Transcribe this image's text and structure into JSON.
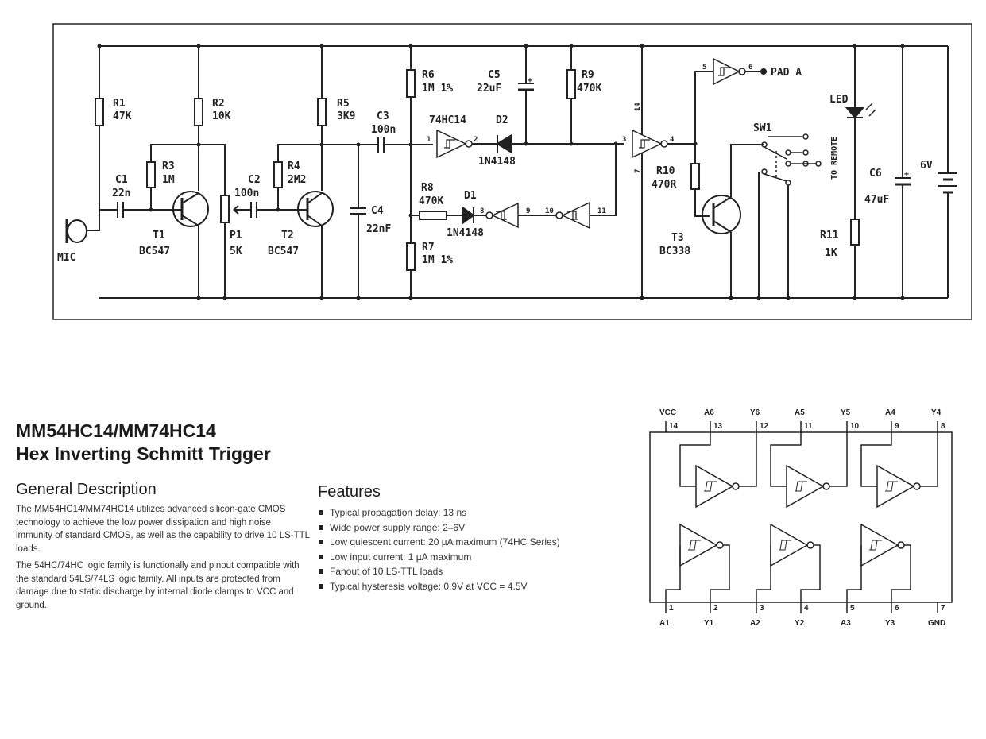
{
  "schematic": {
    "components": {
      "mic": "MIC",
      "r1": "R1",
      "r1_val": "47K",
      "r2": "R2",
      "r2_val": "10K",
      "r3": "R3",
      "r3_val": "1M",
      "c1": "C1",
      "c1_val": "22n",
      "t1": "T1",
      "t1_val": "BC547",
      "c2": "C2",
      "c2_val": "100n",
      "p1": "P1",
      "p1_val": "5K",
      "r4": "R4",
      "r4_val": "2M2",
      "r5": "R5",
      "r5_val": "3K9",
      "t2": "T2",
      "t2_val": "BC547",
      "c3": "C3",
      "c3_val": "100n",
      "c4": "C4",
      "c4_val": "22nF",
      "r6": "R6",
      "r6_val": "1M 1%",
      "r7": "R7",
      "r7_val": "1M 1%",
      "r8": "R8",
      "r8_val": "470K",
      "d1": "D1",
      "d1_val": "1N4148",
      "ic": "74HC14",
      "d2": "D2",
      "d2_val": "1N4148",
      "c5": "C5",
      "c5_val": "22uF",
      "r9": "R9",
      "r9_val": "470K",
      "r10": "R10",
      "r10_val": "470R",
      "t3": "T3",
      "t3_val": "BC338",
      "sw1": "SW1",
      "pad": "PAD A",
      "led": "LED",
      "remote": "TO REMOTE",
      "r11": "R11",
      "r11_val": "1K",
      "c6": "C6",
      "c6_val": "47uF",
      "batt": "6V"
    },
    "pins": [
      "1",
      "2",
      "8",
      "9",
      "10",
      "11",
      "3",
      "4",
      "5",
      "6",
      "14",
      "7"
    ]
  },
  "document": {
    "title_line1": "MM54HC14/MM74HC14",
    "title_line2": "Hex Inverting Schmitt Trigger",
    "general_heading": "General Description",
    "general_p1": "The MM54HC14/MM74HC14 utilizes advanced silicon-gate CMOS technology to achieve the low power dissipation and high noise immunity of standard CMOS, as well as the capability to drive 10 LS-TTL loads.",
    "general_p2": "The 54HC/74HC logic family is functionally and pinout compatible with the standard 54LS/74LS logic family. All inputs are protected from damage due to static discharge by internal diode clamps to VCC and ground.",
    "features_heading": "Features",
    "features": [
      "Typical propagation delay: 13 ns",
      "Wide power supply range: 2–6V",
      "Low quiescent current: 20 µA maximum (74HC Series)",
      "Low input current: 1 µA maximum",
      "Fanout of 10 LS-TTL loads",
      "Typical hysteresis voltage: 0.9V at VCC = 4.5V"
    ]
  },
  "pinout": {
    "top": [
      {
        "name": "VCC",
        "num": "14"
      },
      {
        "name": "A6",
        "num": "13"
      },
      {
        "name": "Y6",
        "num": "12"
      },
      {
        "name": "A5",
        "num": "11"
      },
      {
        "name": "Y5",
        "num": "10"
      },
      {
        "name": "A4",
        "num": "9"
      },
      {
        "name": "Y4",
        "num": "8"
      }
    ],
    "bottom": [
      {
        "name": "A1",
        "num": "1"
      },
      {
        "name": "Y1",
        "num": "2"
      },
      {
        "name": "A2",
        "num": "3"
      },
      {
        "name": "Y2",
        "num": "4"
      },
      {
        "name": "A3",
        "num": "5"
      },
      {
        "name": "Y3",
        "num": "6"
      },
      {
        "name": "GND",
        "num": "7"
      }
    ]
  }
}
